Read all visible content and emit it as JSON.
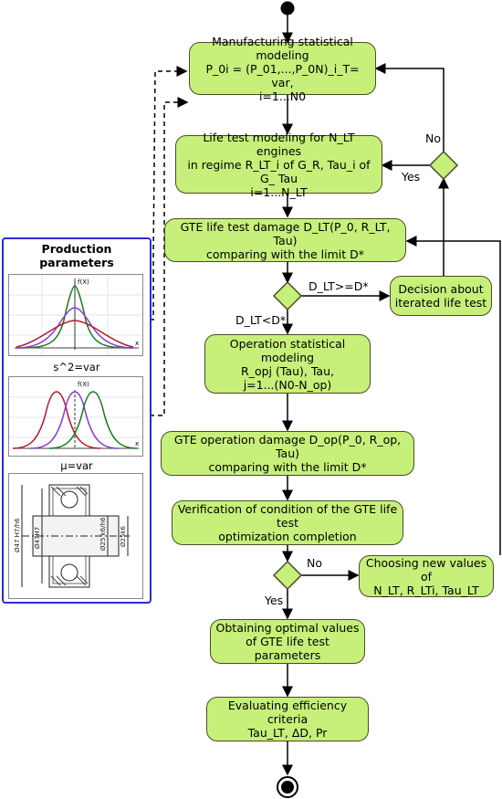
{
  "nodes": {
    "manufacturing": "Manufacturing statistical modeling\nP_0i = (P_01,...,P_0N)_i_T= var,\ni=1...N0",
    "life_test_modeling": "Life test modeling for N_LT engines\nin regime R_LT_i of G_R, Tau_i of G_ Tau\ni=1...N_LT",
    "life_test_damage": "GTE life test damage D_LT(P_0, R_LT, Tau)\ncomparing with the limit D*",
    "decision": "Decision about\niterated life test",
    "operation_modeling": "Operation statistical modeling\nR_opj (Tau), Tau,\nj=1...(N0-N_op)",
    "operation_damage": "GTE operation damage D_op(P_0, R_op, Tau)\ncomparing with the limit D*",
    "verification": "Verification of condition of the GTE life test\noptimization completion",
    "choosing": "Choosing new values of\nN_LT, R_LTi, Tau_LT",
    "obtaining": "Obtaining optimal values\nof GTE life test parameters",
    "evaluating": "Evaluating efficiency criteria\nTau_LT, ΔD, Pr"
  },
  "labels": {
    "no_top": "No",
    "yes_top": "Yes",
    "cond_ge": "D_LT>=D*",
    "cond_lt": "D_LT<D*",
    "no_bottom": "No",
    "yes_bottom": "Yes"
  },
  "panel": {
    "title": "Production\nparameters",
    "caption_variance": "s^2=var",
    "caption_mean": "μ=var",
    "plot_y_label": "f(X)",
    "plot_x_label": "x"
  },
  "colors": {
    "node_fill": "#c6f07a",
    "panel_border": "#2b2bd6",
    "curve_green": "#1a7a1a",
    "curve_purple": "#8a3ad6",
    "curve_red": "#b01a2a"
  }
}
